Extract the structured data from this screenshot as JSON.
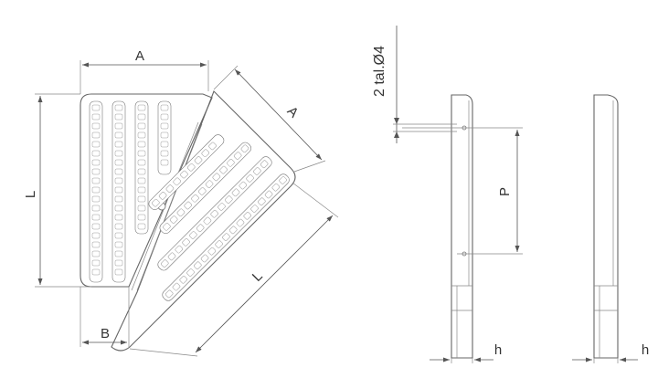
{
  "labels": {
    "a_top": "A",
    "a_diag": "A",
    "l_left": "L",
    "l_diag": "L",
    "b": "B",
    "hole_note": "2 tal.Ø4",
    "p": "P",
    "h_left": "h",
    "h_right": "h"
  }
}
